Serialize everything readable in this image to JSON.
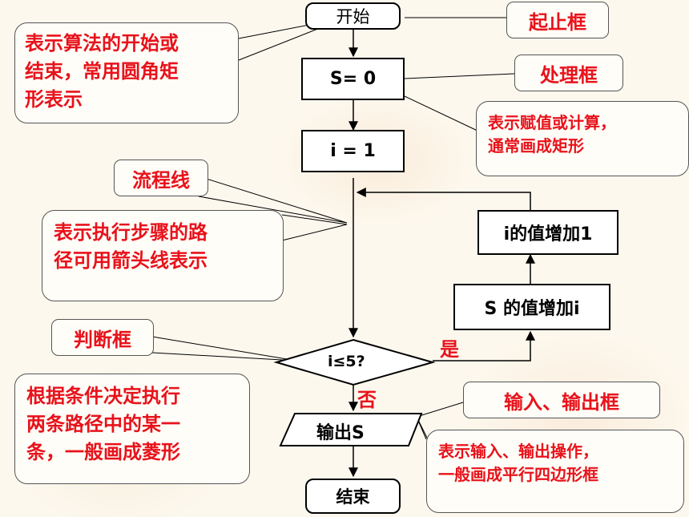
{
  "flowchart": {
    "start": "开始",
    "init_s": "S= 0",
    "init_i": "i = 1",
    "decision": "i≤5?",
    "output": "输出S",
    "end": "结束",
    "add_i": "S 的值增加i",
    "increment_i": "i的值增加1",
    "yes_label": "是",
    "no_label": "否"
  },
  "labels": {
    "terminal": "起止框",
    "process": "处理框",
    "flowline": "流程线",
    "decision": "判断框",
    "io": "输入、输出框"
  },
  "notes": {
    "terminal": [
      "表示算法的开始或",
      "结束，常用圆角矩",
      "形表示"
    ],
    "process": [
      "表示赋值或计算，",
      "通常画成矩形"
    ],
    "flowline": [
      "表示执行步骤的路",
      "径可用箭头线表示"
    ],
    "decision": [
      "根据条件决定执行",
      "两条路径中的某一",
      "条，一般画成菱形"
    ],
    "io": [
      "表示输入、输出操作，",
      "一般画成平行四边形框"
    ]
  },
  "colors": {
    "annotation_text": "#e8121b",
    "box_border": "#000000",
    "background": "#fdf8ee"
  }
}
